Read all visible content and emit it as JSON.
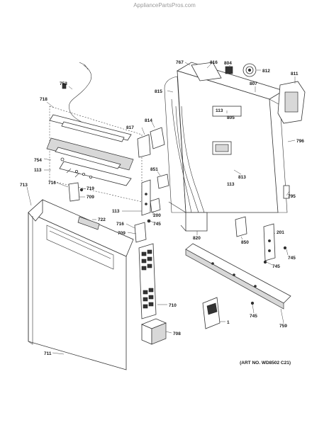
{
  "header": {
    "watermark": "AppliancePartsPros.com"
  },
  "footer": {
    "art_number": "(ART NO. WD8502 C21)"
  },
  "callouts": [
    "767",
    "816",
    "804",
    "812",
    "811",
    "815",
    "807",
    "113",
    "805",
    "753",
    "718",
    "817",
    "814",
    "796",
    "813",
    "113",
    "754",
    "113",
    "716",
    "719",
    "709",
    "851",
    "795",
    "713",
    "113",
    "722",
    "200",
    "745",
    "716",
    "709",
    "820",
    "201",
    "850",
    "745",
    "745",
    "710",
    "745",
    "1",
    "759",
    "708",
    "711"
  ],
  "colors": {
    "line": "#333333",
    "background": "#ffffff",
    "watermark": "#9a9a9a"
  }
}
